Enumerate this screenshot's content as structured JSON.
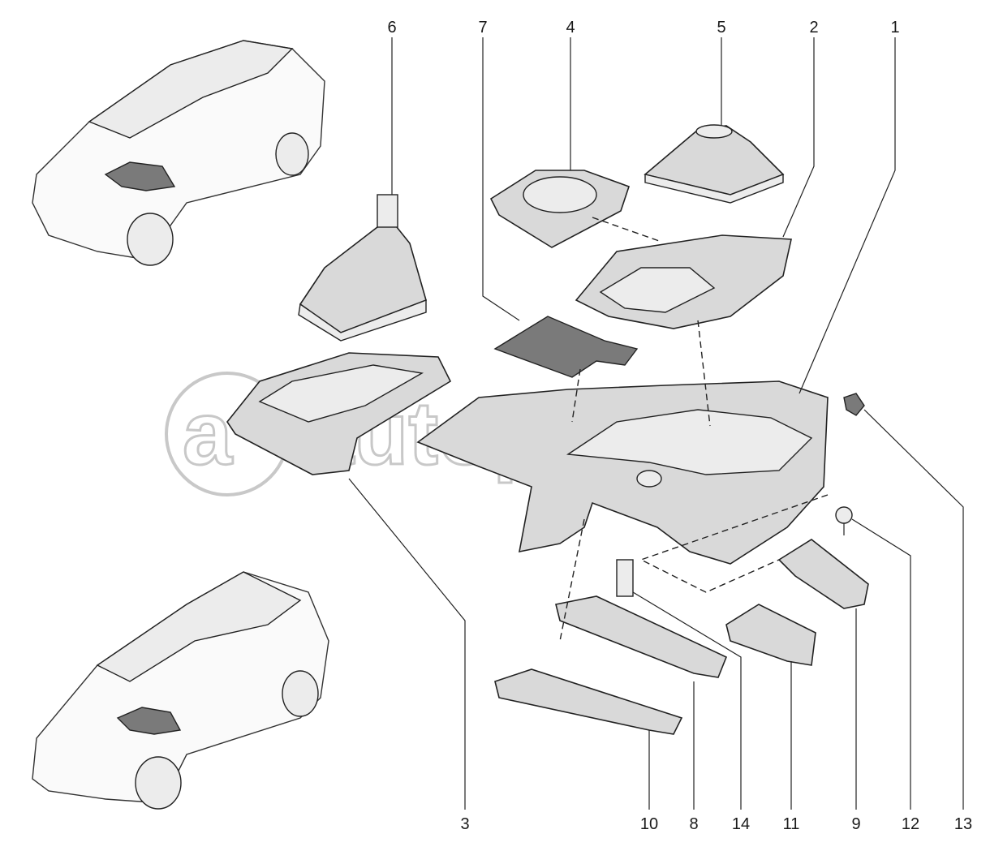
{
  "diagram": {
    "top_labels": [
      "6",
      "7",
      "4",
      "5",
      "2",
      "1"
    ],
    "bottom_labels": [
      "3",
      "10",
      "8",
      "14",
      "11",
      "9",
      "12",
      "13"
    ],
    "watermark": "autopiter.ru"
  }
}
